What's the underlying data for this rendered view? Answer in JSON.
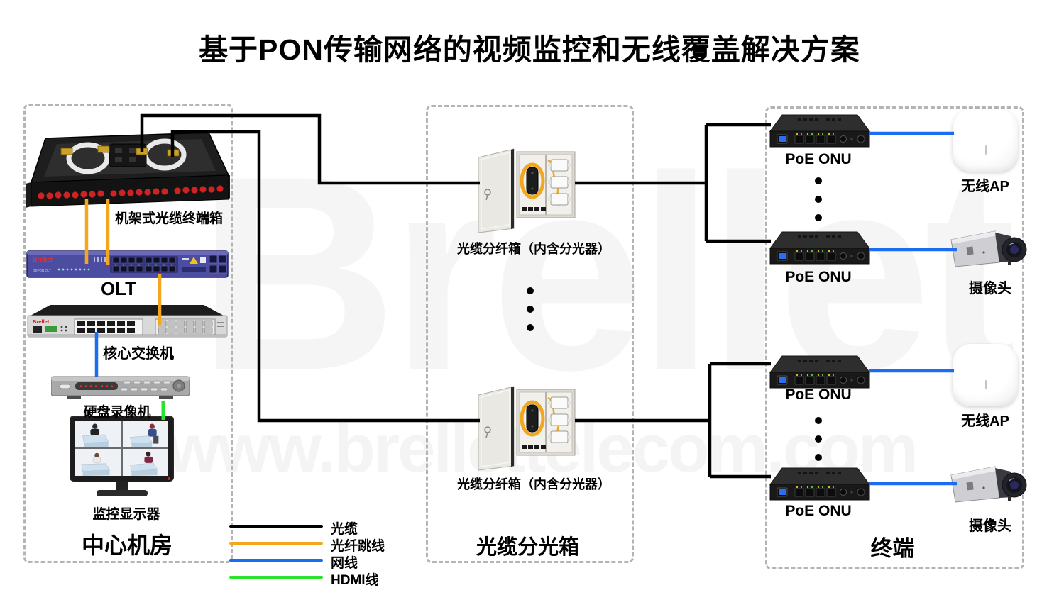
{
  "title": "基于PON传输网络的视频监控和无线覆盖解决方案",
  "watermark": {
    "brand": "Brellet",
    "url": "www.brellettelecom.com"
  },
  "central_room": {
    "label": "中心机房",
    "terminal_box_label": "机架式光缆终端箱",
    "olt_label": "OLT",
    "switch_label": "核心交换机",
    "dvr_label": "硬盘录像机",
    "monitor_label": "监控显示器",
    "brand_logo": "Brellet"
  },
  "splitter_zone": {
    "label": "光缆分光箱",
    "box_label": "光缆分纤箱（内含分光器）"
  },
  "terminal_zone": {
    "label": "终端",
    "onu_label": "PoE ONU",
    "ap_label": "无线AP",
    "camera_label": "摄像头"
  },
  "legend": {
    "items": [
      {
        "label": "光缆",
        "color": "#000000"
      },
      {
        "label": "光纤跳线",
        "color": "#f2a71e"
      },
      {
        "label": "网线",
        "color": "#1a6df0"
      },
      {
        "label": "HDMI线",
        "color": "#2be32c"
      }
    ]
  }
}
